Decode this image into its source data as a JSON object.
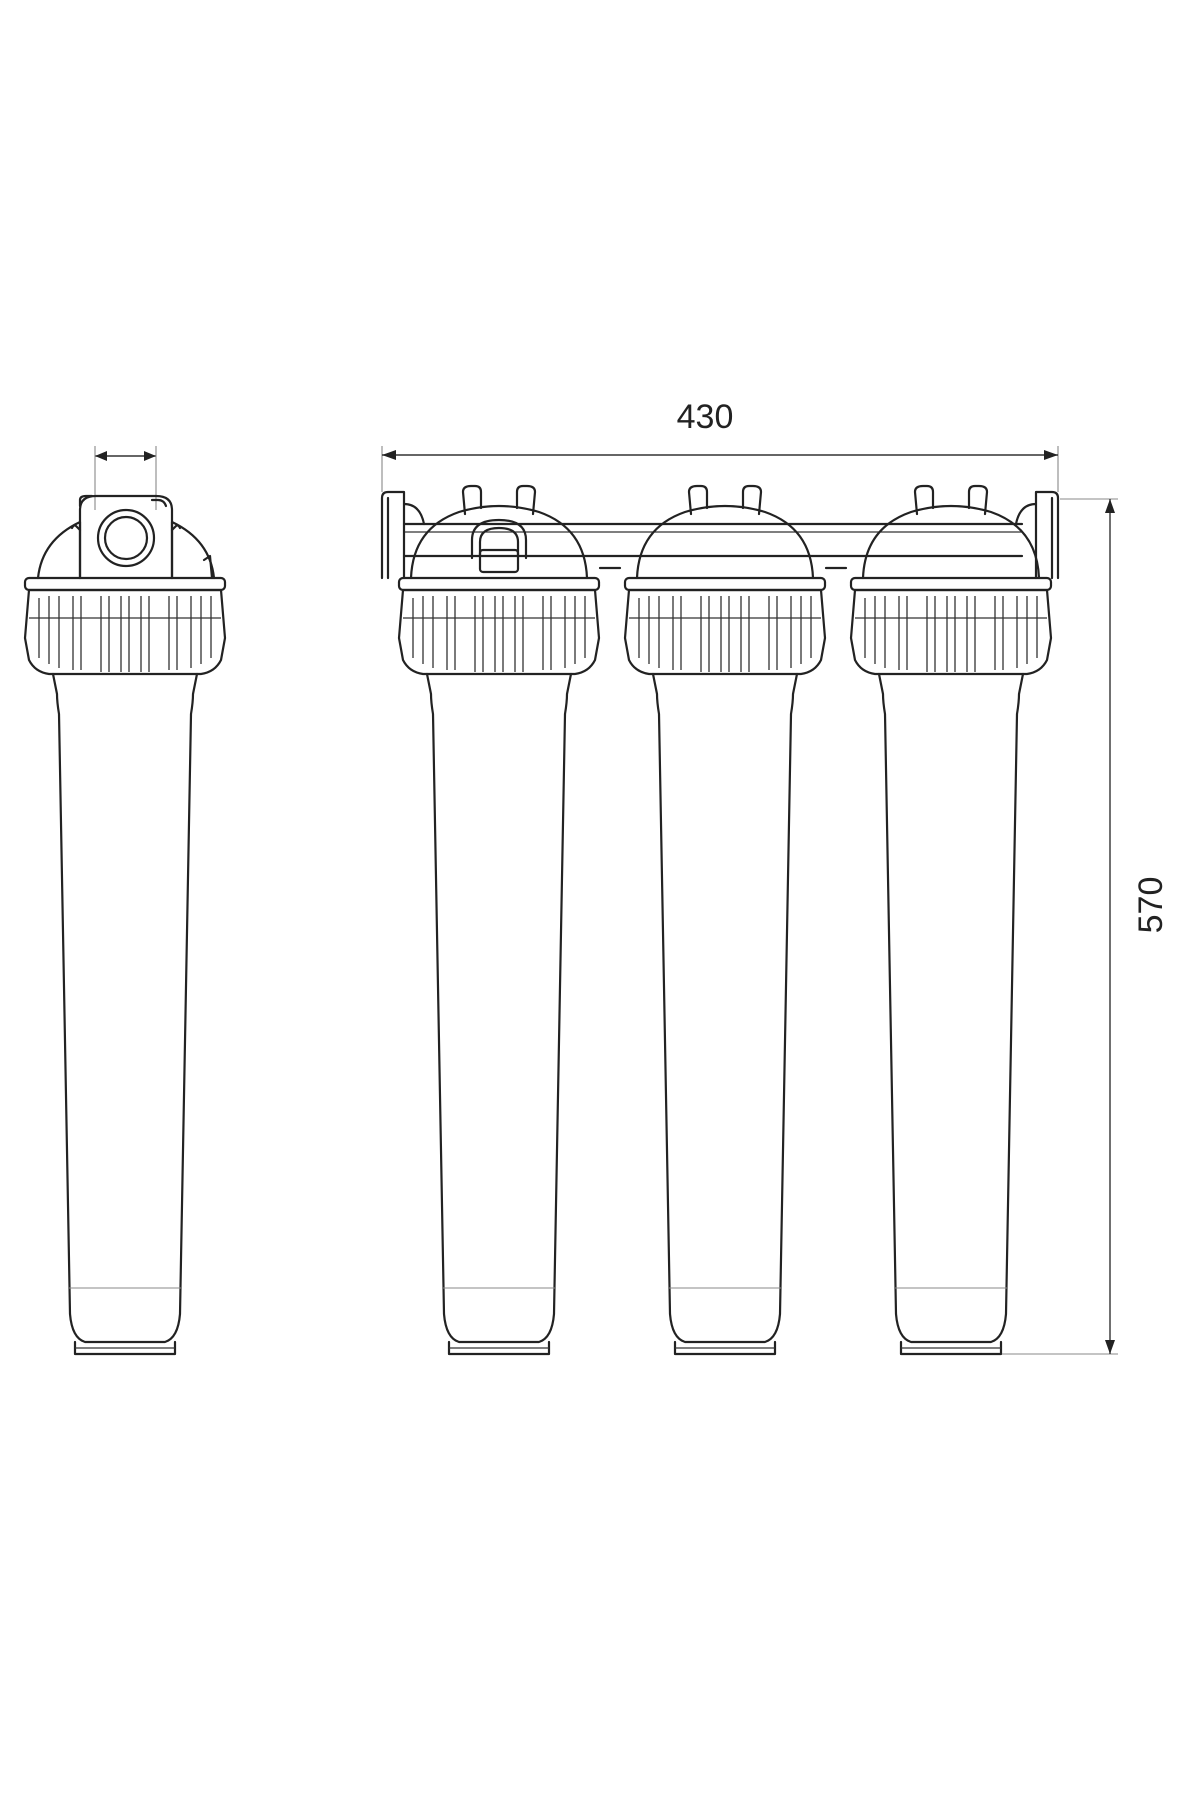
{
  "diagram": {
    "dimensions": {
      "width_label": "430",
      "height_label": "570"
    },
    "colors": {
      "line": "#222222",
      "background": "#ffffff"
    },
    "views": [
      "side-view",
      "front-view"
    ],
    "housings_front": 3,
    "housings_side": 1
  }
}
